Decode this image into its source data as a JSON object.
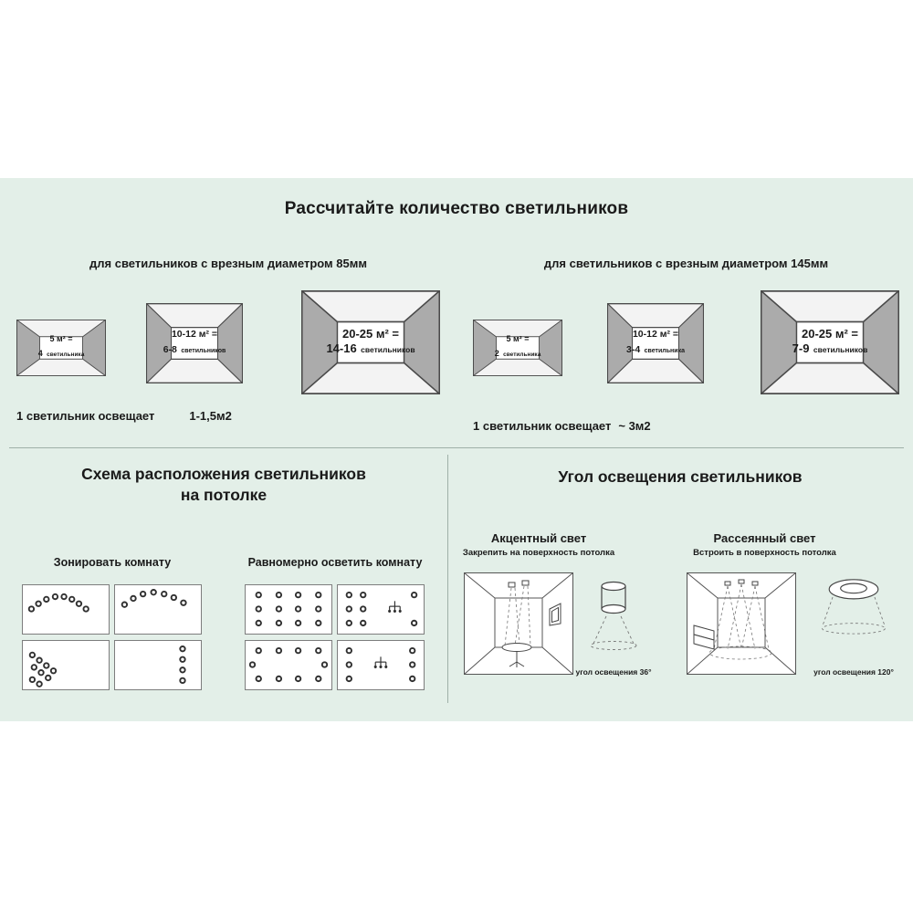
{
  "colors": {
    "band": "#e3efe8",
    "ink": "#1a1a1a",
    "wall": "#ababab",
    "line": "#4a4a4a"
  },
  "header": {
    "title": "Рассчитайте количество светильников"
  },
  "calc": {
    "left": {
      "heading": "для светильников с врезным диаметром 85мм",
      "rooms": [
        {
          "area": "5 м² =",
          "count": "4",
          "unit": "светильника"
        },
        {
          "area": "10-12 м² =",
          "count": "6-8",
          "unit": "светильников"
        },
        {
          "area": "20-25 м² =",
          "count": "14-16",
          "unit": "светильников"
        }
      ],
      "footnote_label": "1 светильник освещает",
      "footnote_value": "1-1,5м2"
    },
    "right": {
      "heading": "для светильников с врезным диаметром 145мм",
      "rooms": [
        {
          "area": "5 м² =",
          "count": "2",
          "unit": "светильника"
        },
        {
          "area": "10-12 м² =",
          "count": "3-4",
          "unit": "светильника"
        },
        {
          "area": "20-25 м² =",
          "count": "7-9",
          "unit": "светильников"
        }
      ],
      "footnote_label": "1 светильник освещает",
      "footnote_value": "~ 3м2"
    }
  },
  "layout_section": {
    "title_line1": "Схема расположения светильников",
    "title_line2": "на потолке",
    "group_zoning_label": "Зонировать комнату",
    "group_even_label": "Равномерно осветить комнату"
  },
  "angle_section": {
    "title": "Угол освещения светильников",
    "accent": {
      "heading": "Акцентный свет",
      "subtitle": "Закрепить на поверхность потолка",
      "caption": "угол освещения 36°"
    },
    "diffuse": {
      "heading": "Рассеянный свет",
      "subtitle": "Встроить в поверхность потолка",
      "caption": "угол освещения 120°"
    }
  }
}
